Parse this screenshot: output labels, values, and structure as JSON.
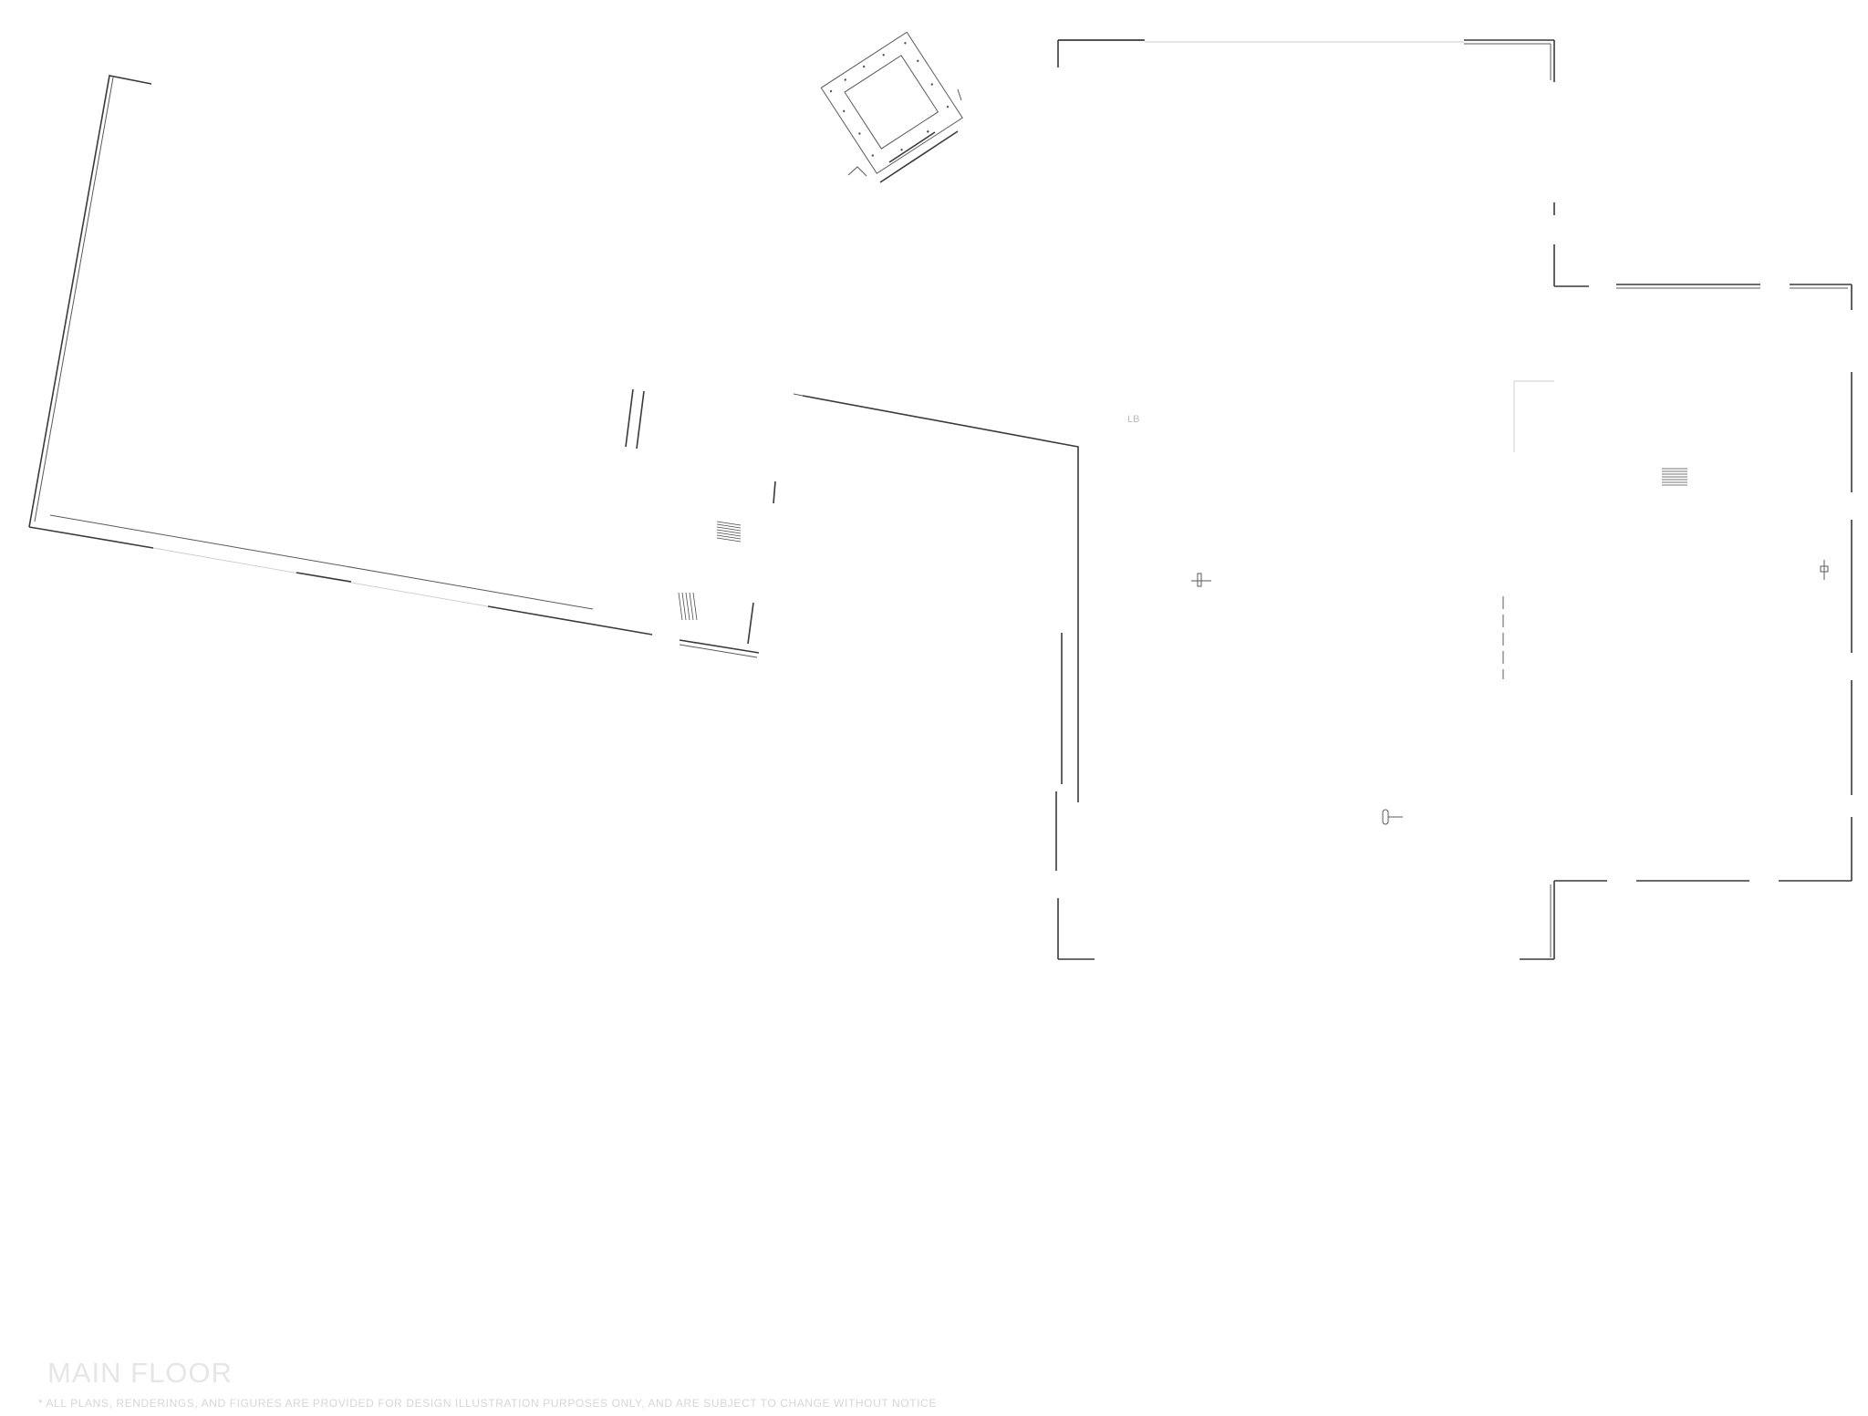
{
  "plan": {
    "title": "MAIN FLOOR",
    "disclaimer": "* ALL PLANS, RENDERINGS, AND FIGURES ARE PROVIDED FOR DESIGN ILLUSTRATION PURPOSES ONLY, AND ARE SUBJECT TO CHANGE WITHOUT NOTICE",
    "room_label": "LB"
  },
  "colors": {
    "wall": "#3a3a3a",
    "text": "#e6e6e6",
    "background": "#ffffff"
  }
}
